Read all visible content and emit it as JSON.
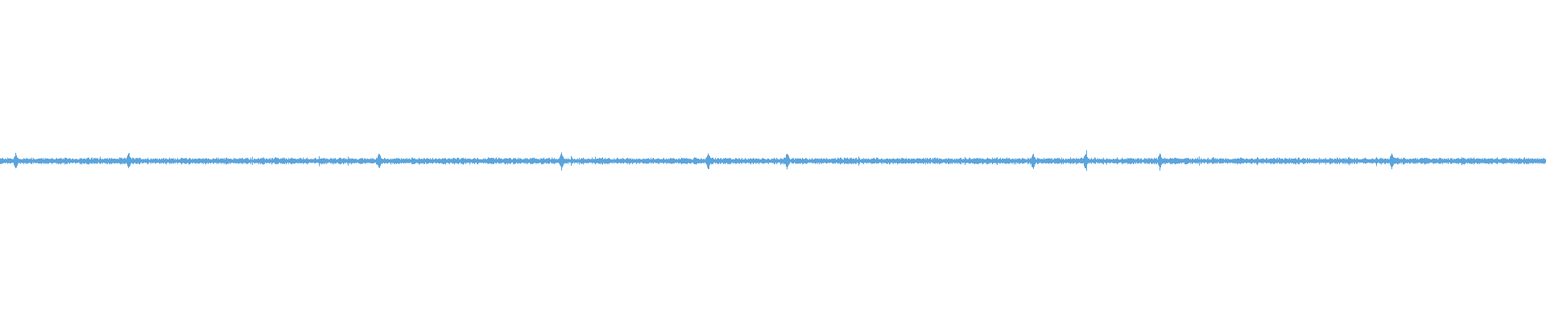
{
  "waveform": {
    "color": "#5ba4dc",
    "background": "#ffffff",
    "typical_amplitude": 0.02,
    "peak_amplitude": 0.06,
    "peak_positions": [
      0.01,
      0.083,
      0.245,
      0.363,
      0.458,
      0.509,
      0.668,
      0.702,
      0.75,
      0.9
    ]
  }
}
